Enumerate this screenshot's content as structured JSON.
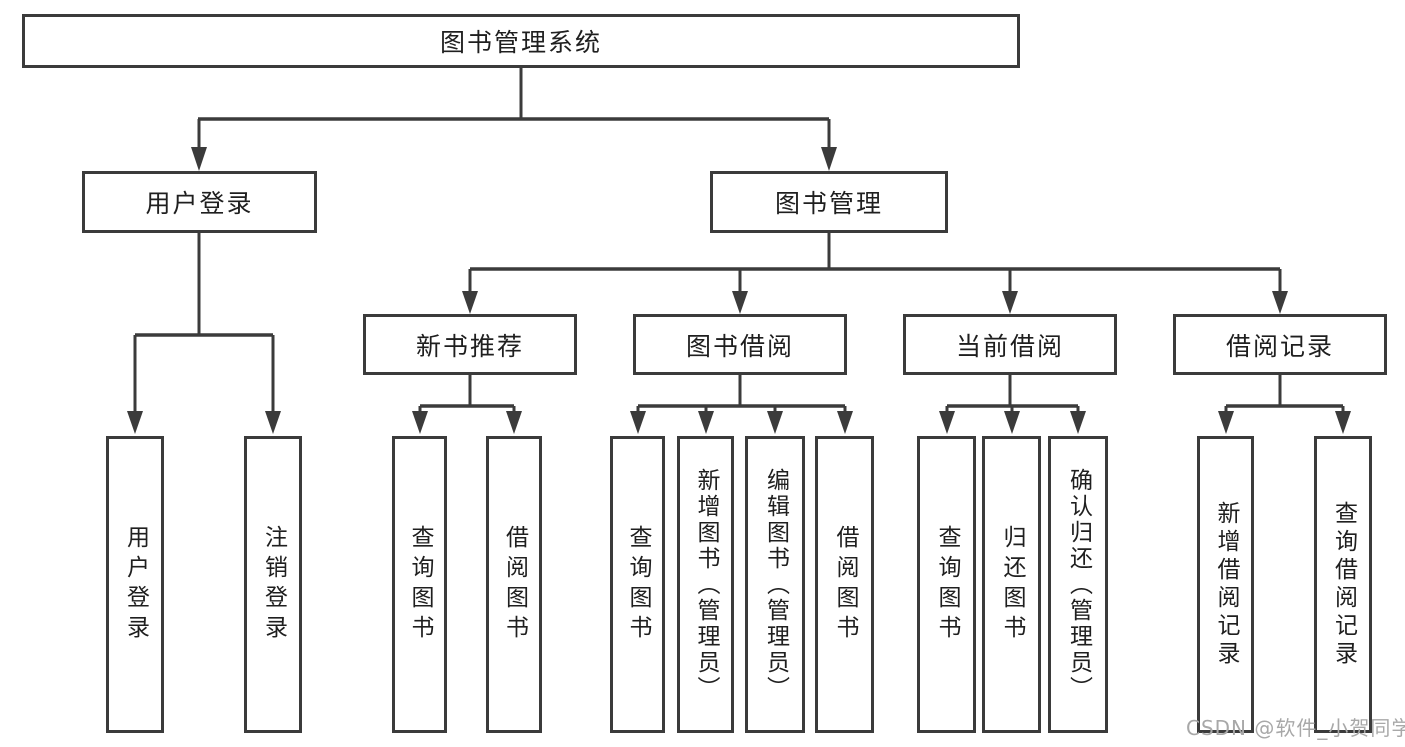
{
  "diagram": {
    "title_node": {
      "label": "图书管理系统"
    },
    "level2": [
      {
        "id": "user-login",
        "label": "用户登录"
      },
      {
        "id": "book-management",
        "label": "图书管理"
      }
    ],
    "level3": [
      {
        "id": "new-book-recommend",
        "label": "新书推荐"
      },
      {
        "id": "book-borrow",
        "label": "图书借阅"
      },
      {
        "id": "current-borrow",
        "label": "当前借阅"
      },
      {
        "id": "borrow-records",
        "label": "借阅记录"
      }
    ],
    "leaves": [
      {
        "id": "user-login-leaf",
        "parent": "用户登录",
        "label": "用户登录"
      },
      {
        "id": "logout",
        "parent": "用户登录",
        "label": "注销登录"
      },
      {
        "id": "query-books-1",
        "parent": "新书推荐",
        "label": "查询图书"
      },
      {
        "id": "borrow-books-1",
        "parent": "新书推荐",
        "label": "借阅图书"
      },
      {
        "id": "query-books-2",
        "parent": "图书借阅",
        "label": "查询图书"
      },
      {
        "id": "add-books-admin",
        "parent": "图书借阅",
        "label": "新增图书（管理员）"
      },
      {
        "id": "edit-books-admin",
        "parent": "图书借阅",
        "label": "编辑图书（管理员）"
      },
      {
        "id": "borrow-books-2",
        "parent": "图书借阅",
        "label": "借阅图书"
      },
      {
        "id": "query-books-3",
        "parent": "当前借阅",
        "label": "查询图书"
      },
      {
        "id": "return-books",
        "parent": "当前借阅",
        "label": "归还图书"
      },
      {
        "id": "confirm-return-admin",
        "parent": "当前借阅",
        "label": "确认归还（管理员）"
      },
      {
        "id": "add-borrow-record",
        "parent": "借阅记录",
        "label": "新增借阅记录"
      },
      {
        "id": "query-borrow-record",
        "parent": "借阅记录",
        "label": "查询借阅记录"
      }
    ],
    "colors": {
      "line": "#3b3b3b",
      "box_border": "#3b3b3b",
      "text": "#1f1f1f",
      "background": "#ffffff"
    }
  },
  "watermark": {
    "text": "CSDN @软件_小贺同学",
    "color": "#a8a8a8"
  }
}
